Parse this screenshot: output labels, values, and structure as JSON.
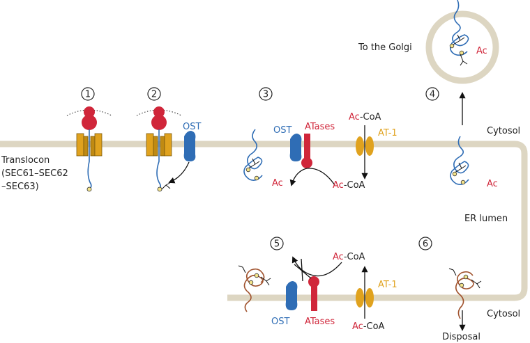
{
  "colors": {
    "membrane": "#ddd6c2",
    "red": "#d0263a",
    "blue": "#2f6db5",
    "gold": "#e0a21e",
    "text": "#222222",
    "brown": "#a0522d"
  },
  "labels": {
    "to_golgi": "To the Golgi",
    "translocon": "Translocon",
    "translocon_sub1": "(SEC61–SEC62",
    "translocon_sub2": "–SEC63)",
    "cytosol_top": "Cytosol",
    "cytosol_bottom": "Cytosol",
    "er_lumen": "ER lumen",
    "ost_2": "OST",
    "ost_3": "OST",
    "ost_5": "OST",
    "atases_3": "ATases",
    "atases_5": "ATases",
    "at1_top": "AT-1",
    "at1_bottom": "AT-1",
    "disposal": "Disposal",
    "ac": "Ac",
    "coa": "-CoA"
  },
  "steps": [
    "1",
    "2",
    "3",
    "4",
    "5",
    "6"
  ]
}
